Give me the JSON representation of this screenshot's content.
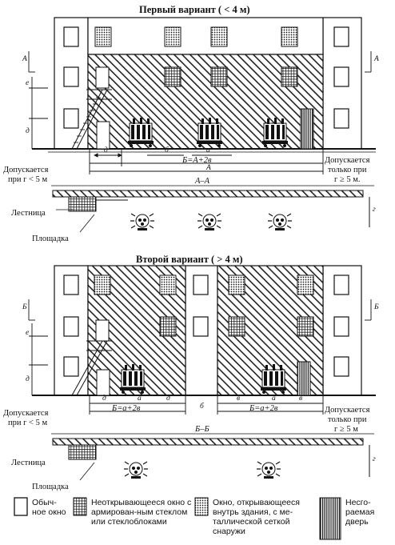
{
  "variant1": {
    "title": "Первый вариант (   < 4 м)",
    "section_marker": "А",
    "dims": {
      "e": "е",
      "d": "д",
      "b": "б",
      "a": "а",
      "dd": "д"
    },
    "formula": "Б=А+2в",
    "span_label": "А",
    "allowed_left": [
      "Допускается",
      "при г < 5 м"
    ],
    "allowed_right": [
      "Допускается",
      "только при",
      "г ≥ 5 м."
    ],
    "section_label": "А–А",
    "plan_g": "г",
    "stair_label": "Лестница",
    "platform_label": "Площадка"
  },
  "variant2": {
    "title": "Второй вариант (   > 4 м)",
    "section_marker": "Б",
    "dims": {
      "e": "е",
      "d": "д",
      "dd": "д",
      "a": "а",
      "d2": "д",
      "b": "б",
      "v1": "в",
      "a2": "а",
      "v2": "в"
    },
    "formula_left": "Б=а+2в",
    "formula_right": "Б=а+2в",
    "allowed_left": [
      "Допускается",
      "при г < 5 м"
    ],
    "allowed_right": [
      "Допускается",
      "только при",
      "г ≥ 5 м"
    ],
    "section_label": "Б–Б",
    "plan_g": "г",
    "stair_label": "Лестница",
    "platform_label": "Площадка"
  },
  "legend": [
    {
      "key": "ordinary-window",
      "text": "Обыч-ное окно"
    },
    {
      "key": "fixed-armored-window",
      "text": "Неоткрывающееся окно с армирован-ным стеклом или стеклоблоками"
    },
    {
      "key": "inward-window-mesh",
      "text": "Окно, открывающееся внутрь здания, с ме-таллической сеткой снаружи"
    },
    {
      "key": "fireproof-door",
      "text": "Несго-раемая дверь"
    }
  ]
}
